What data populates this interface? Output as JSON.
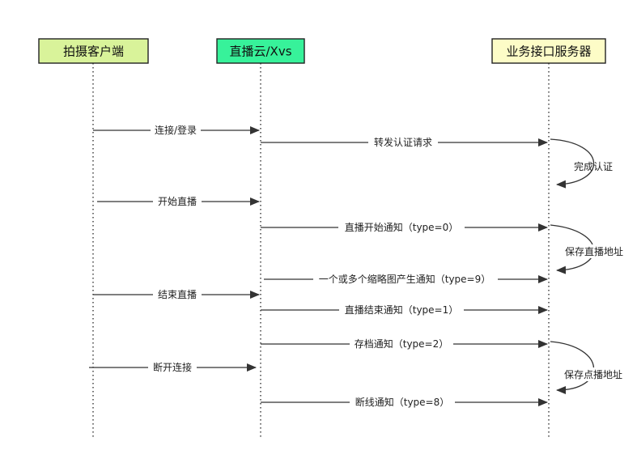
{
  "participants": [
    {
      "label": "拍摄客户端",
      "fill": "#d9f39a"
    },
    {
      "label": "直播云/Xvs",
      "fill": "#37f29a"
    },
    {
      "label": "业务接口服务器",
      "fill": "#fdfcc7"
    }
  ],
  "messages": [
    {
      "from": 0,
      "to": 1,
      "label": "连接/登录"
    },
    {
      "from": 1,
      "to": 2,
      "label": "转发认证请求"
    },
    {
      "from": 0,
      "to": 1,
      "label": "开始直播"
    },
    {
      "from": 1,
      "to": 2,
      "label": "直播开始通知（type=0）"
    },
    {
      "from": 1,
      "to": 2,
      "label": "一个或多个缩略图产生通知（type=9）"
    },
    {
      "from": 0,
      "to": 1,
      "label": "结束直播"
    },
    {
      "from": 1,
      "to": 2,
      "label": "直播结束通知（type=1）"
    },
    {
      "from": 1,
      "to": 2,
      "label": "存档通知（type=2）"
    },
    {
      "from": 0,
      "to": 1,
      "label": "断开连接"
    },
    {
      "from": 1,
      "to": 2,
      "label": "断线通知（type=8）"
    }
  ],
  "self_messages": [
    {
      "participant": 2,
      "label": "完成认证"
    },
    {
      "participant": 2,
      "label": "保存直播地址"
    },
    {
      "participant": 2,
      "label": "保存点播地址"
    }
  ]
}
